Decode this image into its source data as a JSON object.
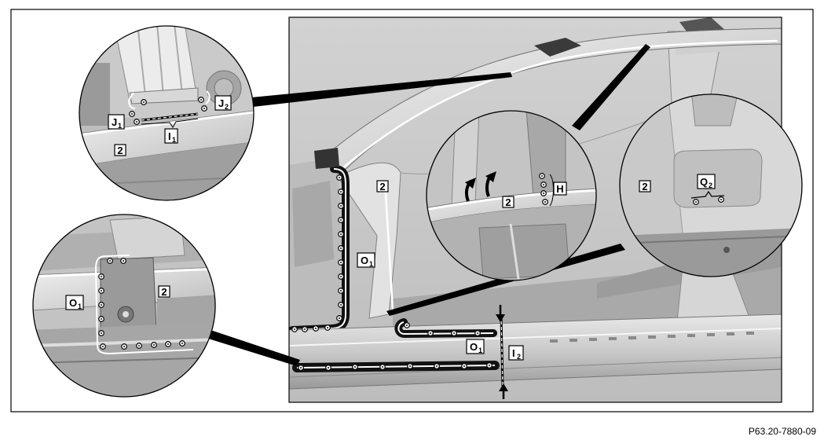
{
  "figure_code": "P63.20-7880-09",
  "labels": {
    "part": "2",
    "J": "J",
    "I": "I",
    "H": "H",
    "O": "O",
    "Q": "Q",
    "sub1": "1",
    "sub2": "2"
  },
  "colors": {
    "frame": "#000000",
    "panel_bg": "#c8c8c8",
    "body_light": "#e6e6e6",
    "body_mid": "#b4b4b4",
    "body_dark": "#6e6e6e",
    "seam": "#ffffff"
  },
  "icons": [
    "bolt-icon",
    "arrow-down-icon",
    "arrow-up-icon",
    "curved-arrow-icon"
  ]
}
